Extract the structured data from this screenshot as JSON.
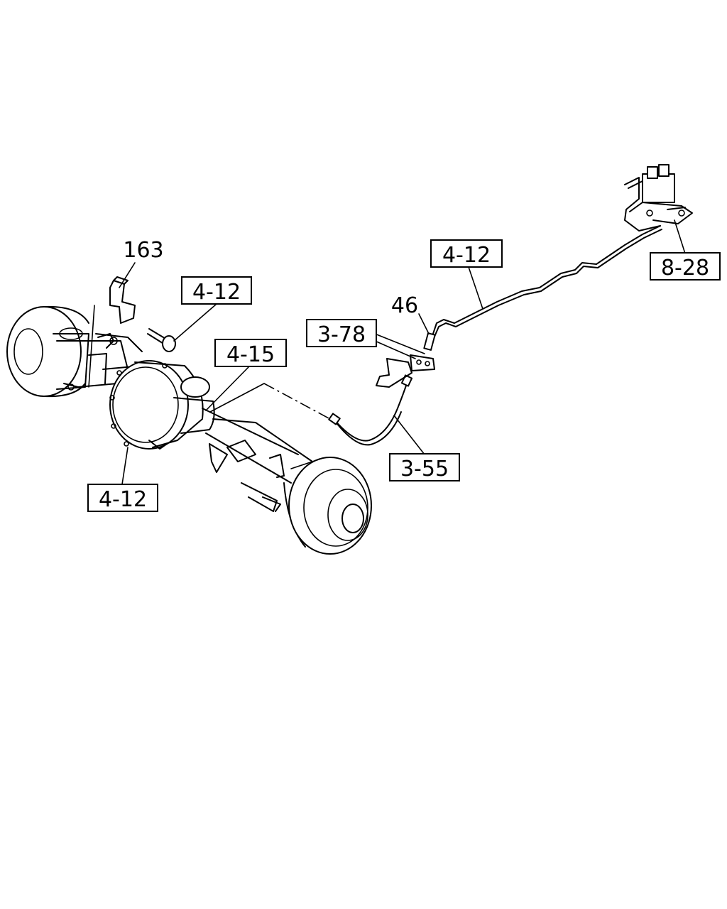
{
  "diagram": {
    "callouts": [
      {
        "id": "ref-4-12-top",
        "text": "4-12",
        "boxed": true
      },
      {
        "id": "ref-8-28",
        "text": "8-28",
        "boxed": true
      },
      {
        "id": "part-163",
        "text": "163",
        "boxed": false
      },
      {
        "id": "ref-4-12-bolt",
        "text": "4-12",
        "boxed": true
      },
      {
        "id": "part-46",
        "text": "46",
        "boxed": false
      },
      {
        "id": "ref-3-78",
        "text": "3-78",
        "boxed": true
      },
      {
        "id": "ref-4-15",
        "text": "4-15",
        "boxed": true
      },
      {
        "id": "ref-3-55",
        "text": "3-55",
        "boxed": true
      },
      {
        "id": "ref-4-12-axle",
        "text": "4-12",
        "boxed": true
      }
    ]
  }
}
